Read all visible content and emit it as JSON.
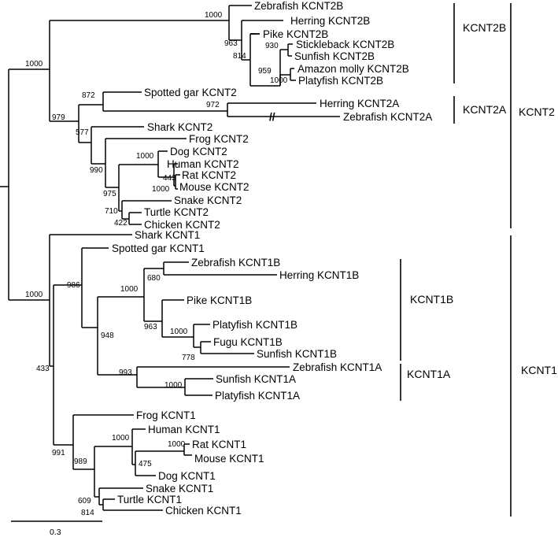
{
  "leaves": {
    "zebrafish_kcnt2b": "Zebrafish KCNT2B",
    "herring_kcnt2b": "Herring KCNT2B",
    "pike_kcnt2b": "Pike KCNT2B",
    "stickleback_kcnt2b": "Stickleback KCNT2B",
    "sunfish_kcnt2b": "Sunfish KCNT2B",
    "amazon_molly_kcnt2b": "Amazon molly KCNT2B",
    "platyfish_kcnt2b": "Platyfish KCNT2B",
    "spotted_gar_kcnt2": "Spotted gar KCNT2",
    "herring_kcnt2a": "Herring KCNT2A",
    "zebrafish_kcnt2a": "Zebrafish KCNT2A",
    "shark_kcnt2": "Shark KCNT2",
    "frog_kcnt2": "Frog KCNT2",
    "dog_kcnt2": "Dog KCNT2",
    "human_kcnt2": "Human KCNT2",
    "rat_kcnt2": "Rat KCNT2",
    "mouse_kcnt2": "Mouse KCNT2",
    "snake_kcnt2": "Snake  KCNT2",
    "turtle_kcnt2": "Turtle KCNT2",
    "chicken_kcnt2": "Chicken KCNT2",
    "shark_kcnt1": "Shark KCNT1",
    "spotted_gar_kcnt1": "Spotted gar KCNT1",
    "zebrafish_kcnt1b": "Zebrafish KCNT1B",
    "herring_kcnt1b": "Herring KCNT1B",
    "pike_kcnt1b": "Pike KCNT1B",
    "platyfish_kcnt1b": "Platyfish KCNT1B",
    "fugu_kcnt1b": "Fugu KCNT1B",
    "sunfish_kcnt1b": "Sunfish KCNT1B",
    "zebrafish_kcnt1a": "Zebrafish KCNT1A",
    "sunfish_kcnt1a": "Sunfish KCNT1A",
    "platyfish_kcnt1a": "Platyfish KCNT1A",
    "frog_kcnt1": "Frog KCNT1",
    "human_kcnt1": "Human KCNT1",
    "rat_kcnt1": "Rat KCNT1",
    "mouse_kcnt1": "Mouse KCNT1",
    "dog_kcnt1": "Dog KCNT1",
    "snake_kcnt1": "Snake KCNT1",
    "turtle_kcnt1": "Turtle KCNT1",
    "chicken_kcnt1": "Chicken KCNT1"
  },
  "bootstrap": {
    "root_kcnt2": "1000",
    "kcnt2b_clade": "1000",
    "pike_group": "963",
    "stickleback_group": "814",
    "stickleback_sunfish": "930",
    "molly_group": "959",
    "molly_platyfish": "1000",
    "gar_teleost": "872",
    "kcnt2a": "972",
    "kcnt2_main": "979",
    "tetrapod_shark": "577",
    "tetrapods": "990",
    "mammals": "1000",
    "rodent_human": "443",
    "rat_mouse": "1000",
    "amniotes": "975",
    "reptiles": "710",
    "turtle_chicken": "422",
    "root_kcnt1": "1000",
    "teleost_gar": "986",
    "kcnt1b": "1000",
    "zf_herring": "680",
    "platy_group": "1000",
    "fugu_sunfish": "778",
    "kcnt1_teleost": "948",
    "kcnt1a": "993",
    "sunfish_platy_1a": "1000",
    "bony": "433",
    "tetrapods1": "991",
    "amniotes1": "989",
    "mammals1": "1000",
    "rodent_dog": "475",
    "rat_mouse1": "1000",
    "reptiles1": "609",
    "turtle_chicken1": "814"
  },
  "clades": {
    "kcnt2b": "KCNT2B",
    "kcnt2a": "KCNT2A",
    "kcnt2": "KCNT2",
    "kcnt1b": "KCNT1B",
    "kcnt1a": "KCNT1A",
    "kcnt1": "KCNT1"
  },
  "scale_bar": {
    "label": "0.3"
  },
  "break_mark": "//"
}
